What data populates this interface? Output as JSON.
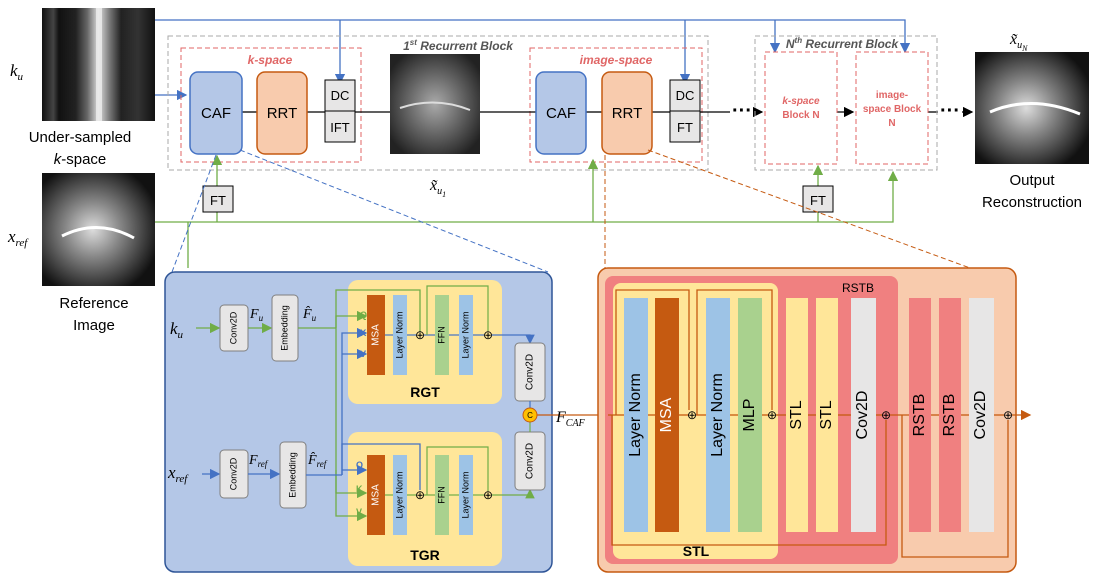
{
  "top": {
    "ku": "k",
    "ku_sub": "u",
    "undersampled_1": "Under-sampled",
    "undersampled_2a": "k",
    "undersampled_2b": "-space",
    "xref": "x",
    "xref_sub": "ref",
    "reference_1": "Reference",
    "reference_2": "Image",
    "block1_title": "1",
    "block1_sup": "st",
    "block1_rest": " Recurrent Block",
    "kspace_label": "k-space",
    "imagespace_label": "image-space",
    "caf": "CAF",
    "rrt": "RRT",
    "dc": "DC",
    "ift": "IFT",
    "ft": "FT",
    "dots": "···",
    "blockN_title": "N",
    "blockN_sup": "th",
    "blockN_rest": " Recurrent Block",
    "kspace_block_n_1": "k-space",
    "kspace_block_n_2": "Block N",
    "image_block_n_1": "image-",
    "image_block_n_2": "space Block",
    "image_block_n_3": "N",
    "xu1": "x̃",
    "xu1_sub": "u",
    "xu1_subsub": "1",
    "xuN": "x̃",
    "xuN_sub": "u",
    "xuN_subsub": "N",
    "output_1": "Output",
    "output_2": "Reconstruction"
  },
  "caf": {
    "conv2d": "Conv2D",
    "embedding": "Embedding",
    "fu": "F",
    "fu_sub": "u",
    "fu_hat": "F̂",
    "fref": "F",
    "fref_sub": "ref",
    "q": "Q",
    "k": "K",
    "v": "V",
    "msa": "MSA",
    "layer_norm": "Layer Norm",
    "ffn": "FFN",
    "rgt": "RGT",
    "tgr": "TGR",
    "c": "C",
    "fcaf": "F",
    "fcaf_sub": "CAF",
    "plus": "⊕"
  },
  "rrt": {
    "layer_norm": "Layer Norm",
    "msa": "MSA",
    "mlp": "MLP",
    "stl": "STL",
    "cov2d": "Cov2D",
    "rstb": "RSTB",
    "stl_label": "STL",
    "rstb_label": "RSTB"
  },
  "colors": {
    "blue": "#4472c4",
    "green": "#70ad47",
    "orange": "#c55a11",
    "caf_bg": "#b4c7e7",
    "rrt_bg": "#f8cbad",
    "pink": "#e06666"
  }
}
